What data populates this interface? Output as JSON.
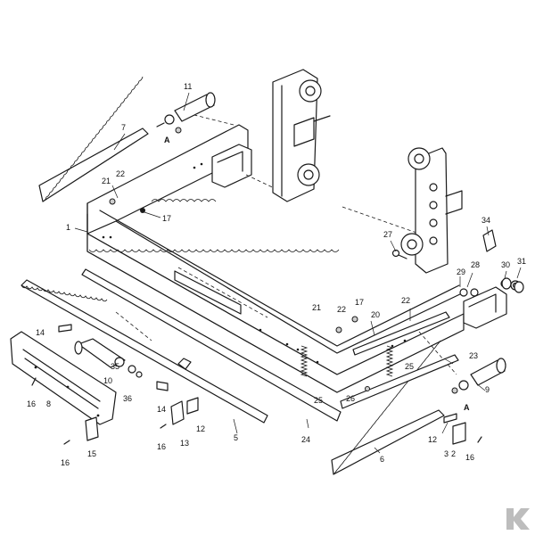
{
  "diagram": {
    "callouts": [
      {
        "id": "c1",
        "label": "1"
      },
      {
        "id": "c2a",
        "label": "2"
      },
      {
        "id": "c3a",
        "label": "3"
      },
      {
        "id": "c5",
        "label": "5"
      },
      {
        "id": "c6",
        "label": "6"
      },
      {
        "id": "c7",
        "label": "7"
      },
      {
        "id": "c8",
        "label": "8"
      },
      {
        "id": "c9",
        "label": "9"
      },
      {
        "id": "c10",
        "label": "10"
      },
      {
        "id": "c11",
        "label": "11"
      },
      {
        "id": "c12a",
        "label": "12"
      },
      {
        "id": "c12b",
        "label": "12"
      },
      {
        "id": "c13",
        "label": "13"
      },
      {
        "id": "c14a",
        "label": "14"
      },
      {
        "id": "c14b",
        "label": "14"
      },
      {
        "id": "c15",
        "label": "15"
      },
      {
        "id": "c16a",
        "label": "16"
      },
      {
        "id": "c16b",
        "label": "16"
      },
      {
        "id": "c16c",
        "label": "16"
      },
      {
        "id": "c16d",
        "label": "16"
      },
      {
        "id": "c17a",
        "label": "17"
      },
      {
        "id": "c17b",
        "label": "17"
      },
      {
        "id": "c20",
        "label": "20"
      },
      {
        "id": "c21a",
        "label": "21"
      },
      {
        "id": "c21b",
        "label": "21"
      },
      {
        "id": "c22a",
        "label": "22"
      },
      {
        "id": "c22b",
        "label": "22"
      },
      {
        "id": "c22c",
        "label": "22"
      },
      {
        "id": "c23",
        "label": "23"
      },
      {
        "id": "c24",
        "label": "24"
      },
      {
        "id": "c25a",
        "label": "25"
      },
      {
        "id": "c25b",
        "label": "25"
      },
      {
        "id": "c26",
        "label": "26"
      },
      {
        "id": "c27",
        "label": "27"
      },
      {
        "id": "c28",
        "label": "28"
      },
      {
        "id": "c29",
        "label": "29"
      },
      {
        "id": "c30",
        "label": "30"
      },
      {
        "id": "c31",
        "label": "31"
      },
      {
        "id": "c34",
        "label": "34"
      },
      {
        "id": "c35",
        "label": "35"
      },
      {
        "id": "c36",
        "label": "36"
      },
      {
        "id": "cAa",
        "label": "A"
      },
      {
        "id": "cAb",
        "label": "A"
      }
    ]
  }
}
